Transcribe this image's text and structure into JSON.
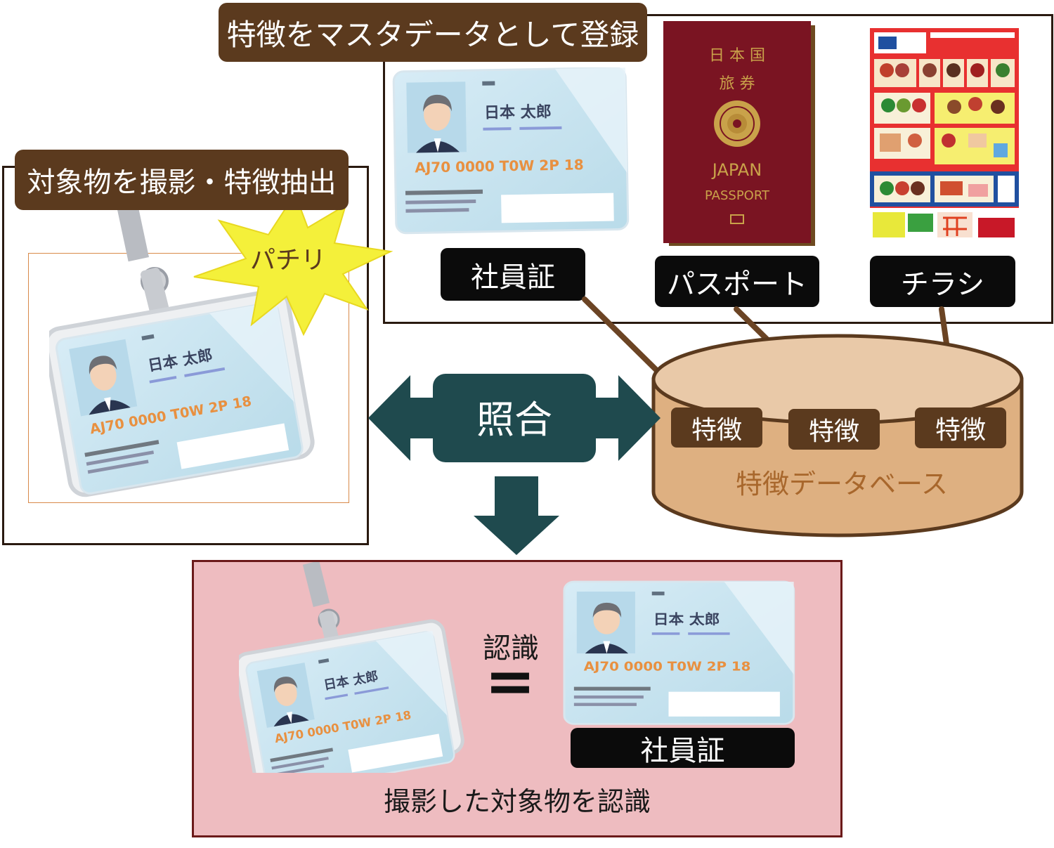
{
  "register_panel": {
    "title": "特徴をマスタデータとして登録",
    "items": [
      {
        "label": "社員証"
      },
      {
        "label": "パスポート"
      },
      {
        "label": "チラシ"
      }
    ],
    "passport_text": {
      "line1": "日 本 国",
      "line2": "旅     券",
      "country": "JAPAN",
      "type": "PASSPORT"
    }
  },
  "capture_panel": {
    "title": "対象物を撮影・特徴抽出",
    "shutter_text": "パチリ"
  },
  "id_card": {
    "name": "日本 太郎",
    "code": "AJ70  0000  T0W  2P  18"
  },
  "match": {
    "label": "照合"
  },
  "database": {
    "features": [
      "特徴",
      "特徴",
      "特徴"
    ],
    "label": "特徴データベース"
  },
  "result_panel": {
    "recognize_label": "認識",
    "equals": "=",
    "match_label": "社員証",
    "caption": "撮影した対象物を認識"
  },
  "colors": {
    "brown": "#5b3a1e",
    "db_fill": "#deb081",
    "teal": "#1f4a4e",
    "result_bg": "#eebcc0",
    "result_border": "#6b1a1a",
    "burst": "#f4f03a"
  }
}
